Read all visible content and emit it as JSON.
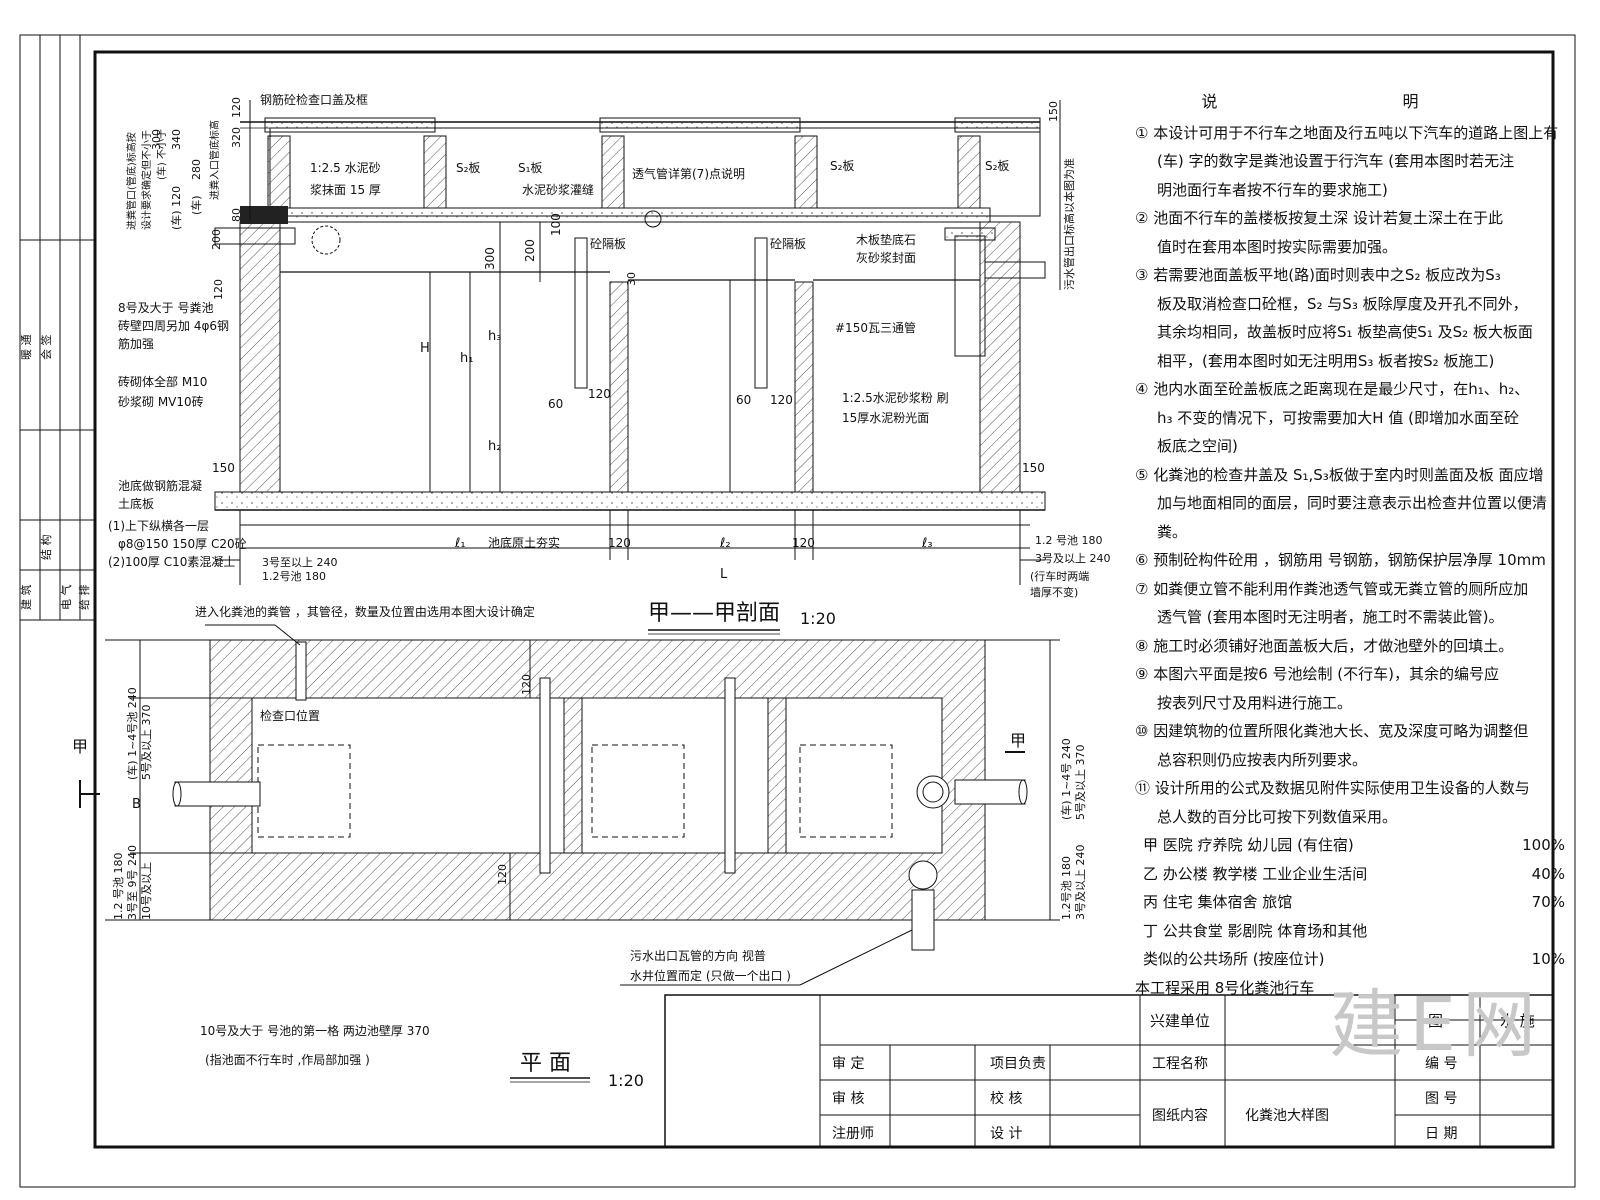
{
  "colors": {
    "line": "#111111",
    "hatch": "#555555",
    "watermark": "#c8c8c8"
  },
  "section": {
    "title": "甲——甲剖面",
    "scale": "1:20",
    "labels": {
      "cover_frame": "钢筋砼检查口盖及框",
      "mortar_1": "1:2.5 水泥砂",
      "mortar_2": "浆抹面  15 厚",
      "s2_left": "S₂板",
      "s1": "S₁板",
      "cement_grout": "水泥砂浆灌缝",
      "vent_pipe": "透气管详第(7)点说明",
      "s2_mid": "S₂板",
      "s2_right": "S₂板",
      "partition_1": "砼隔板",
      "partition_2": "砼隔板",
      "wood_plate_1": "木板垫底石",
      "wood_plate_2": "灰砂浆封面",
      "tee_pipe": "#150瓦三通管",
      "outlet_note": "污水管出口标高以本图为准",
      "inlet_note_1": "进粪管口(管底)标高按",
      "inlet_note_2": "设计要求确定但不小于",
      "inlet_note_3": "(车) 不小于",
      "inlet_mark": "进粪入口管底标高",
      "brick_note_1": "8号及大于    号粪池",
      "brick_note_2": "砖壁四周另加    4φ6钢",
      "brick_note_3": "筋加强",
      "brick_note_4": "砖砌体全部    M10",
      "brick_note_5": "砂浆砌  MV10砖",
      "plaster_1": "1:2.5水泥砂浆粉   刷",
      "plaster_2": "15厚水泥粉光面",
      "base_1": "池底做钢筋混凝",
      "base_2": "土底板",
      "base_3": "(1)上下纵横各一层",
      "base_4": "φ8@150  150厚 C20砼",
      "base_5": "(2)100厚 C10素混凝土",
      "soil": "池底原土夯实",
      "dim_left_1": "3号至以上  240",
      "dim_left_2": "1.2号池  180",
      "dim_right_1": "1.2 号池 180",
      "dim_right_2": "3号及以上  240",
      "dim_right_3": "(行车时两端",
      "dim_right_4": "墙厚不变)",
      "l1": "ℓ₁",
      "l2": "ℓ₂",
      "l3": "ℓ₃",
      "L": "L",
      "d120a": "120",
      "d120b": "120",
      "d150a": "150",
      "d150b": "150",
      "H": "H",
      "h1": "h₁",
      "h2": "h₂",
      "h3": "h₃",
      "d300": "300",
      "d200": "200",
      "d100": "100",
      "d60a": "60",
      "d60b": "60",
      "d120c": "120",
      "d120d": "120",
      "d30": "30",
      "top_dims": [
        "340",
        "300",
        "320",
        "120",
        "280",
        "(车)",
        "(车) 120",
        "200",
        "80",
        "120",
        "150"
      ]
    }
  },
  "plan": {
    "title": "平 面",
    "scale": "1:20",
    "labels": {
      "inlet_pipe_note": "进入化粪池的粪管    ，其管径，数量及位置由选用本图大设计确定",
      "inspection": "检查口位置",
      "cut_left": "甲",
      "cut_right": "甲",
      "outlet_1": "污水出口瓦管的方向     视普",
      "outlet_2": "水井位置而定  (只做一个出口 )",
      "ten_note_1": "10号及大于    号池的第一格      两边池壁厚     370",
      "ten_note_2": "(指池面不行车时      ,作局部加强  )",
      "B": "B",
      "dim_l1": "(车) 1~4号池 240",
      "dim_l2": "5号及以上 370",
      "dim_l3": "1.2 号池 180",
      "dim_l4": "3号至 9号 240",
      "dim_l5": "10号及以上",
      "dim_r1": "(车) 1~4号 240",
      "dim_r2": "5号及以上 370",
      "dim_r3": "1.2号池 180",
      "dim_r4": "3号及以上  240",
      "d120_top": "120",
      "d120_bot": "120"
    }
  },
  "notes": {
    "heading": "说   明",
    "items": [
      "① 本设计可用于不行车之地面及行五吨以下汽车的道路上图上有",
      "(车) 字的数字是粪池设置于行汽车 (套用本图时若无注",
      "明池面行车者按不行车的要求施工)",
      "② 池面不行车的盖楼板按复土深     设计若复土深土在于此",
      "值时在套用本图时按实际需要加强。",
      "③ 若需要池面盖板平地(路)面时则表中之S₂ 板应改为S₃",
      "板及取消检查口砼框，S₂ 与S₃ 板除厚度及开孔不同外，",
      "其余均相同，故盖板时应将S₁ 板垫高使S₁ 及S₂ 板大板面",
      "相平，(套用本图时如无注明用S₃ 板者按S₂ 板施工)",
      "④ 池内水面至砼盖板底之距离现在是最少尺寸，在h₁、h₂、",
      "h₃ 不变的情况下，可按需要加大H 值 (即增加水面至砼",
      "板底之空间)",
      "⑤ 化粪池的检查井盖及   S₁,S₃板做于室内时则盖面及板      面应增",
      "加与地面相同的面层，同时要注意表示出检查井位置以便清粪。",
      "⑥ 预制砼构件砼用     ，钢筋用     号钢筋，钢筋保护层净厚             10mm",
      "⑦ 如粪便立管不能利用作粪池透气管或无粪立管的厕所应加",
      "透气管 (套用本图时无注明者，施工时不需装此管)。",
      "⑧ 施工时必须铺好池面盖板大后，才做池壁外的回填土。",
      "⑨ 本图六平面是按6 号池绘制 (不行车)，其余的编号应",
      "按表列尺寸及用料进行施工。",
      "⑩ 因建筑物的位置所限化粪池大长、宽及深度可略为调整但",
      "总容积则仍应按表内所列要求。",
      "⑪ 设计所用的公式及数据见附件实际使用卫生设备的人数与",
      "总人数的百分比可按下列数值采用。"
    ],
    "percentages": [
      {
        "label": "甲  医院    疗养院    幼儿园 (有住宿)",
        "value": "100%"
      },
      {
        "label": "乙   办公楼   教学楼    工业企业生活间",
        "value": "40%"
      },
      {
        "label": "丙   住宅   集体宿舍    旅馆",
        "value": "70%"
      },
      {
        "label": "丁   公共食堂   影剧院    体育场和其他",
        "value": ""
      },
      {
        "label": "类似的公共场所 (按座位计)",
        "value": "10%"
      }
    ],
    "adopted": "本工程采用     8号化粪池行车"
  },
  "title_block": {
    "client": "兴建单位",
    "drawing_label": "图",
    "category": "水 施",
    "approve": "审    定",
    "project_lead": "项目负责",
    "project_name": "工程名称",
    "number": "编  号",
    "review": "审    核",
    "check": "校   核",
    "drawing_content": "图纸内容",
    "drawing_title": "化粪池大样图",
    "drawing_no": "图   号",
    "registered": "注册师",
    "design": "设    计",
    "date": "日   期"
  },
  "side_strip": {
    "labels": [
      "建  筑",
      "结  构",
      "电  气",
      "给  排",
      "暖  通",
      "会  签"
    ]
  },
  "watermark": "建E网"
}
